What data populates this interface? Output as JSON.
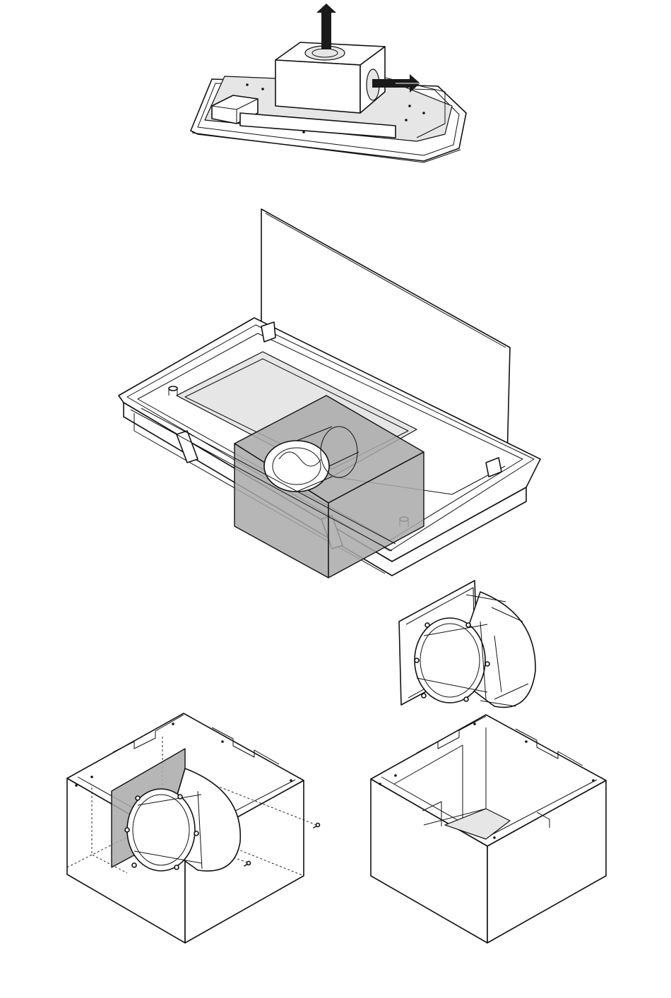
{
  "figures": [
    {
      "id": "fig-top",
      "subject": "hood-unit-motor-box",
      "arrows": [
        "arrow-up",
        "arrow-right"
      ]
    },
    {
      "id": "fig-middle",
      "subject": "hood-open-lid-with-motor-box"
    },
    {
      "id": "fig-motor",
      "subject": "blower-motor-assembly"
    },
    {
      "id": "fig-box-left",
      "subject": "housing-with-motor-installed"
    },
    {
      "id": "fig-box-right",
      "subject": "empty-housing"
    }
  ],
  "colors": {
    "line": "#111111",
    "shade": "#a9a9a9",
    "light": "#e6e6e6",
    "background": "#ffffff"
  }
}
